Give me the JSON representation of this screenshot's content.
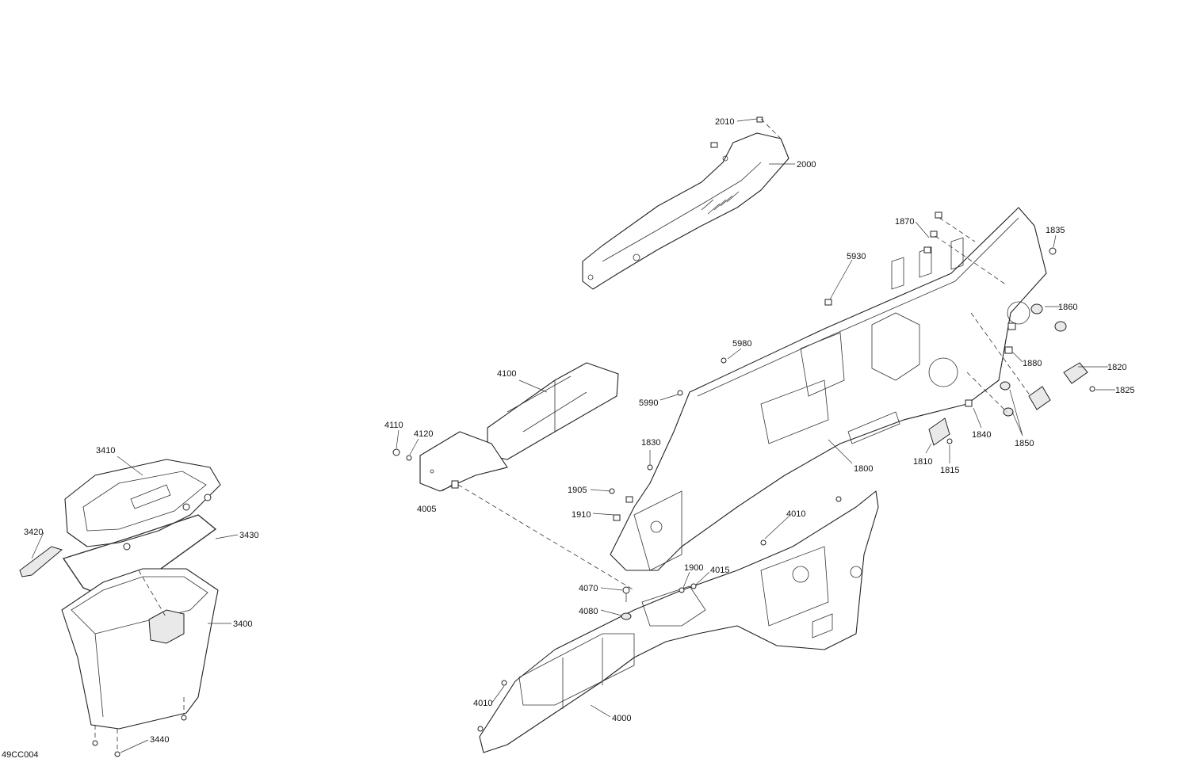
{
  "figure_id": "49CC004",
  "callouts": {
    "c2010": "2010",
    "c2000": "2000",
    "c1870": "1870",
    "c1835": "1835",
    "c5930": "5930",
    "c1860": "1860",
    "c5980": "5980",
    "c1880": "1880",
    "c1820": "1820",
    "c1825": "1825",
    "c4100": "4100",
    "c5990": "5990",
    "c4110": "4110",
    "c4120": "4120",
    "c1830": "1830",
    "c1840": "1840",
    "c1850": "1850",
    "c1810": "1810",
    "c1815": "1815",
    "c1800": "1800",
    "c3410": "3410",
    "c4005": "4005",
    "c1905": "1905",
    "c1910": "1910",
    "c4010a": "4010",
    "c3420": "3420",
    "c3430": "3430",
    "c1900": "1900",
    "c4015": "4015",
    "c4070": "4070",
    "c4080": "4080",
    "c3400": "3400",
    "c4010b": "4010",
    "c4000": "4000",
    "c3440": "3440"
  }
}
